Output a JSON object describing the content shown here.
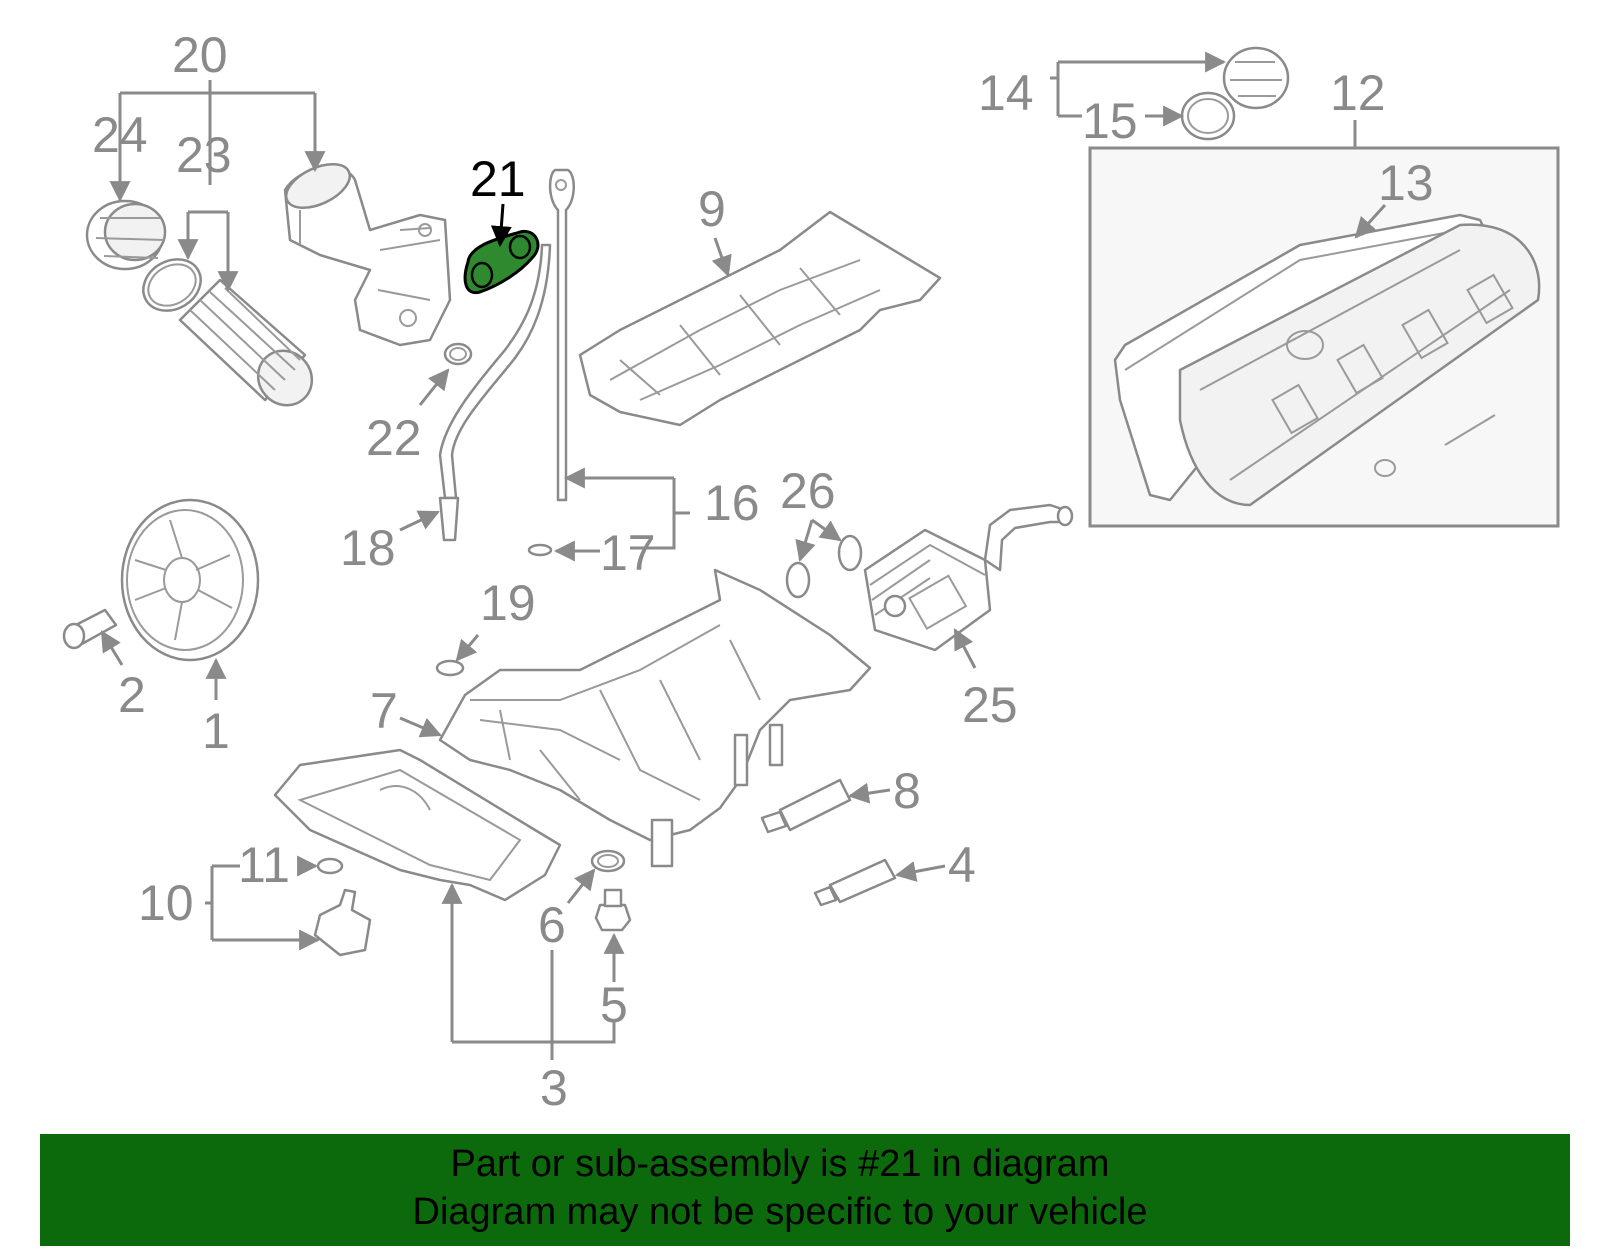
{
  "highlight": {
    "part_number": "21",
    "color": "#2f8a2f",
    "outline_color": "#000000"
  },
  "callouts": {
    "c1": "1",
    "c2": "2",
    "c3": "3",
    "c4": "4",
    "c5": "5",
    "c6": "6",
    "c7": "7",
    "c8": "8",
    "c9": "9",
    "c10": "10",
    "c11": "11",
    "c12": "12",
    "c13": "13",
    "c14": "14",
    "c15": "15",
    "c16": "16",
    "c17": "17",
    "c18": "18",
    "c19": "19",
    "c20": "20",
    "c21": "21",
    "c22": "22",
    "c23": "23",
    "c24": "24",
    "c25": "25",
    "c26": "26"
  },
  "colors": {
    "line": "#8a8a8a",
    "banner": "#0c6a0c",
    "banner_text": "#000000"
  },
  "banner": {
    "line1": "Part or sub-assembly is #21 in diagram",
    "line2": "Diagram may not be specific to your vehicle"
  }
}
